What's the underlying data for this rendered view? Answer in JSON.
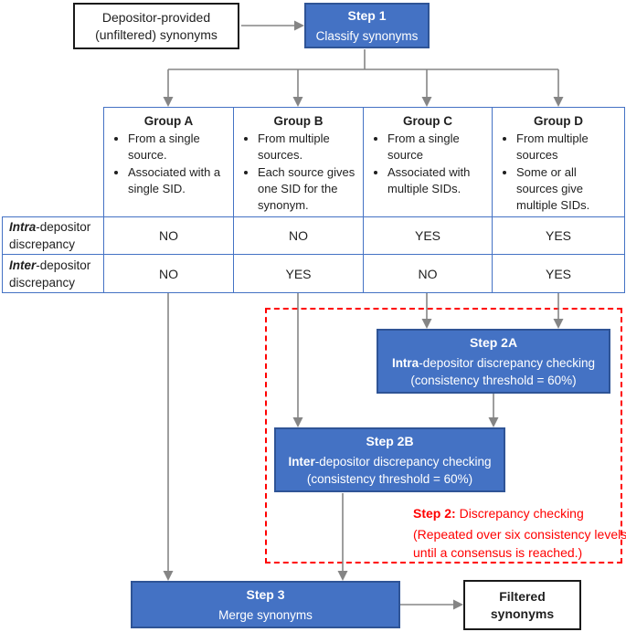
{
  "colors": {
    "accent": "#4472C4",
    "accentBorder": "#2F5496",
    "tableBorder": "#4472C4",
    "arrow": "#858585",
    "red": "#FF0000",
    "ink": "#1F1F1F",
    "nodeBorder": "#1a1a1a"
  },
  "nodes": {
    "input": {
      "line1": "Depositor-provided",
      "line2": "(unfiltered) synonyms"
    },
    "step1": {
      "title": "Step 1",
      "subtitle": "Classify synonyms"
    },
    "step2a": {
      "title": "Step 2A",
      "lead": "Intra",
      "rest": "-depositor discrepancy checking",
      "line2": "(consistency threshold = 60%)"
    },
    "step2b": {
      "title": "Step 2B",
      "lead": "Inter",
      "rest": "-depositor discrepancy checking",
      "line2": "(consistency threshold = 60%)"
    },
    "step2_annotation": {
      "lead": "Step 2:",
      "rest": " Discrepancy checking",
      "note1": "(Repeated over six consistency levels",
      "note2": "until a consensus is reached.)"
    },
    "step3": {
      "title": "Step 3",
      "subtitle": "Merge synonyms"
    },
    "output": {
      "line1": "Filtered",
      "line2": "synonyms"
    }
  },
  "table": {
    "row_labels": [
      {
        "lead": "Intra",
        "rest": "-depositor",
        "line2": "discrepancy"
      },
      {
        "lead": "Inter",
        "rest": "-depositor",
        "line2": "discrepancy"
      }
    ],
    "groups": [
      {
        "name": "Group A",
        "bullets": [
          "From a single source.",
          "Associated with a single SID."
        ],
        "intra": "NO",
        "inter": "NO"
      },
      {
        "name": "Group B",
        "bullets": [
          "From multiple sources.",
          "Each source gives one SID for the synonym."
        ],
        "intra": "NO",
        "inter": "YES"
      },
      {
        "name": "Group C",
        "bullets": [
          "From a single source",
          "Associated with multiple SIDs."
        ],
        "intra": "YES",
        "inter": "NO"
      },
      {
        "name": "Group D",
        "bullets": [
          "From multiple sources",
          "Some or all sources give multiple SIDs."
        ],
        "intra": "YES",
        "inter": "YES"
      }
    ]
  }
}
